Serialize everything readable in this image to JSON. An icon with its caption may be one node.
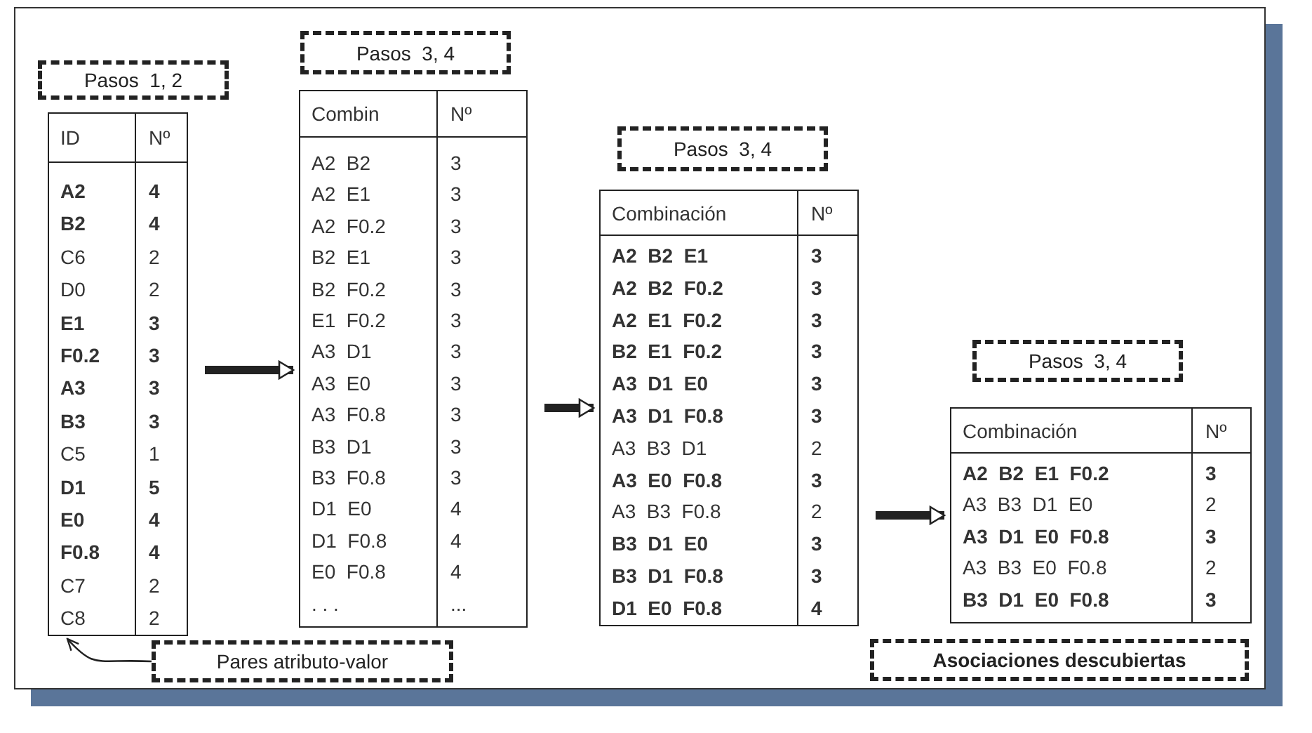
{
  "diagram": {
    "nodes": [
      {
        "text": [
          "Pasos  1, 2"
        ]
      },
      {
        "text": [
          "ID",
          "Nº",
          "A2",
          "4",
          "B2",
          "4",
          "C6",
          "2",
          "D0",
          "2",
          "E1",
          "3",
          "F0.2",
          "3",
          "A3",
          "3",
          "B3",
          "3",
          "C5",
          "1",
          "D1",
          "5",
          "E0",
          "4",
          "F0.8",
          "4",
          "C7",
          "2",
          "C8",
          "2"
        ]
      },
      {
        "text": [
          "Pasos  3, 4"
        ]
      },
      {
        "text": [
          "Combin",
          "Nº",
          "A2  B2",
          "3",
          "A2  E1",
          "3",
          "A2  F0.2",
          "3",
          "B2  E1",
          "3",
          "B2  F0.2",
          "3",
          "E1  F0.2",
          "3",
          "A3  D1",
          "3",
          "A3  E0",
          "3",
          "A3  F0.8",
          "3",
          "B3  D1",
          "3",
          "B3  F0.8",
          "3",
          "D1  E0",
          "4",
          "D1  F0.8",
          "4",
          "E0  F0.8",
          "4",
          ". . .",
          "..."
        ]
      },
      {
        "text": [
          "Pasos  3, 4"
        ]
      },
      {
        "text": [
          "Combinación",
          "Nº",
          "A2  B2  E1",
          "3",
          "A2  B2  F0.2",
          "3",
          "A2  E1  F0.2",
          "3",
          "B2  E1  F0.2",
          "3",
          "A3  D1  E0",
          "3",
          "A3  D1  F0.8",
          "3",
          "A3  B3  D1",
          "2",
          "A3  E0  F0.8",
          "3",
          "A3  B3  F0.8",
          "2",
          "B3  D1  E0",
          "3",
          "B3  D1  F0.8",
          "3",
          "D1  E0  F0.8",
          "4"
        ]
      },
      {
        "text": [
          "Pasos  3, 4"
        ]
      },
      {
        "text": [
          "Combinación",
          "Nº",
          "A2  B2  E1  F0.2",
          "3",
          "A3  B3  D1  E0",
          "2",
          "A3  D1  E0  F0.8",
          "3",
          "A3  B3  E0  F0.8",
          "2",
          "B3  D1  E0  F0.8",
          "3"
        ]
      },
      {
        "text": [
          "Pares atributo-valor"
        ]
      },
      {
        "text": [
          "Asociaciones descubiertas"
        ]
      }
    ],
    "edges": [
      {
        "from": 1,
        "to": 3,
        "arrow": "to"
      },
      {
        "from": 3,
        "to": 5,
        "arrow": "to"
      },
      {
        "from": 5,
        "to": 7,
        "arrow": "to"
      },
      {
        "from": 8,
        "to": 1,
        "arrow": "to"
      }
    ]
  }
}
